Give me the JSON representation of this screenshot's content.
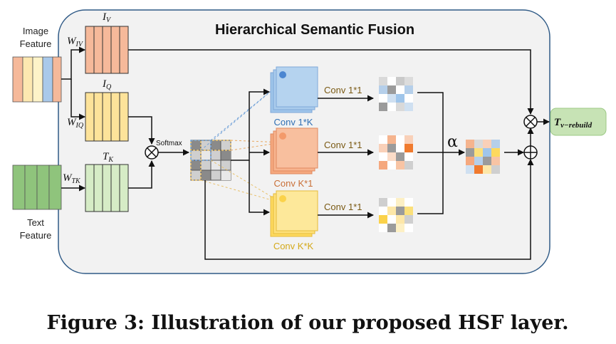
{
  "title": "Hierarchical Semantic Fusion",
  "inputs": {
    "image_line1": "Image",
    "image_line2": "Feature",
    "text_line1": "Text",
    "text_line2": "Feature"
  },
  "weights": {
    "w_iv": {
      "base": "W",
      "sub": "IV"
    },
    "w_iq": {
      "base": "W",
      "sub": "IQ"
    },
    "w_tk": {
      "base": "W",
      "sub": "TK"
    }
  },
  "matrices": {
    "iv": {
      "base": "I",
      "sub": "V"
    },
    "iq": {
      "base": "I",
      "sub": "Q"
    },
    "tk": {
      "base": "T",
      "sub": "K"
    }
  },
  "softmax": "Softmax",
  "conv_blocks": {
    "conv1": "Conv 1*K",
    "conv2": "Conv K*1",
    "conv3": "Conv K*K"
  },
  "conv_1x1": {
    "a": "Conv 1*1",
    "b": "Conv 1*1",
    "c": "Conv 1*1"
  },
  "alpha": "α",
  "output": {
    "base": "T",
    "sub": "v−rebuild"
  },
  "caption": "Figure 3: Illustration of our proposed HSF layer.",
  "colors": {
    "panel_bg": "#f2f2f2",
    "panel_border": "#2f5a86",
    "iv_fill": "#f6b99a",
    "iq_fill": "#fde39a",
    "tk_fill": "#d6ecc6",
    "blue": "#9fc5ea",
    "orange": "#f5a87e",
    "yellow": "#fdd95e",
    "output_bg": "#c7e3b5"
  }
}
